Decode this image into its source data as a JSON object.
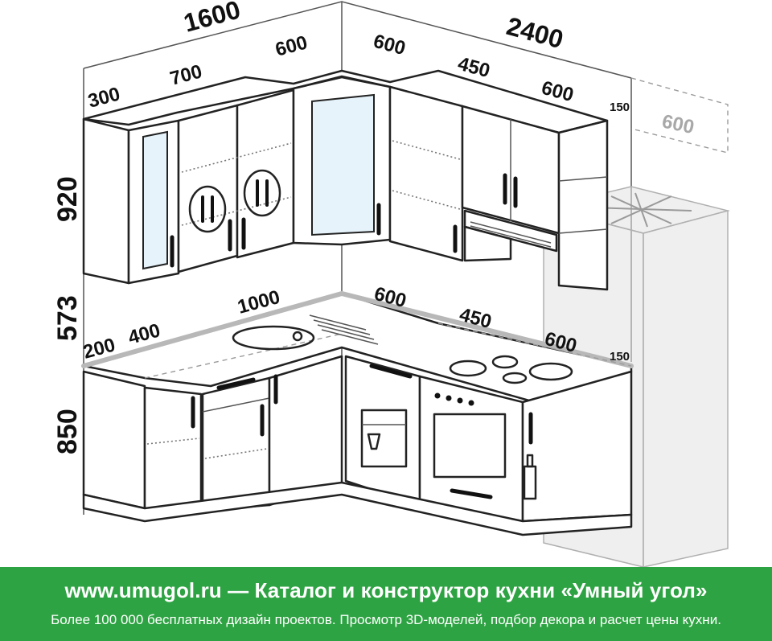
{
  "dimensions": {
    "top_left_width": "1600",
    "top_right_width": "2400",
    "upper_cab_300": "300",
    "upper_cab_700": "700",
    "upper_corner_600_left": "600",
    "upper_corner_600_right": "600",
    "upper_cab_450": "450",
    "upper_hood_600": "600",
    "upper_filler_150": "150",
    "fridge_width_600": "600",
    "height_upper": "920",
    "height_gap": "573",
    "height_base": "850",
    "base_200": "200",
    "base_400": "400",
    "base_1000": "1000",
    "base_corner_600": "600",
    "base_450": "450",
    "base_600": "600",
    "base_filler_150": "150"
  },
  "footer": {
    "headline": "www.umugol.ru — Каталог и конструктор кухни «Умный угол»",
    "subline": "Более 100 000 бесплатных дизайн проектов. Просмотр 3D-моделей, подбор декора и расчет цены кухни."
  },
  "colors": {
    "footer_bg": "#2ea343",
    "footer_text": "#ffffff",
    "glass": "#e6f3fb"
  }
}
